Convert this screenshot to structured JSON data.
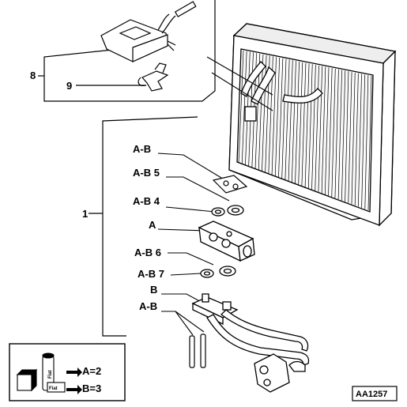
{
  "callouts": {
    "item_8": "8",
    "item_9": "9",
    "item_1": "1",
    "ab_top": "A-B",
    "ab_5": "A-B 5",
    "ab_4": "A-B 4",
    "a": "A",
    "ab_6": "A-B 6",
    "ab_7": "A-B 7",
    "b": "B",
    "ab_bottom": "A-B"
  },
  "legend": {
    "line_a": "A=2",
    "line_b": "B=3",
    "can_brand": "Fiat",
    "pack_brand": "Fiat"
  },
  "reference_code": "AA1257"
}
